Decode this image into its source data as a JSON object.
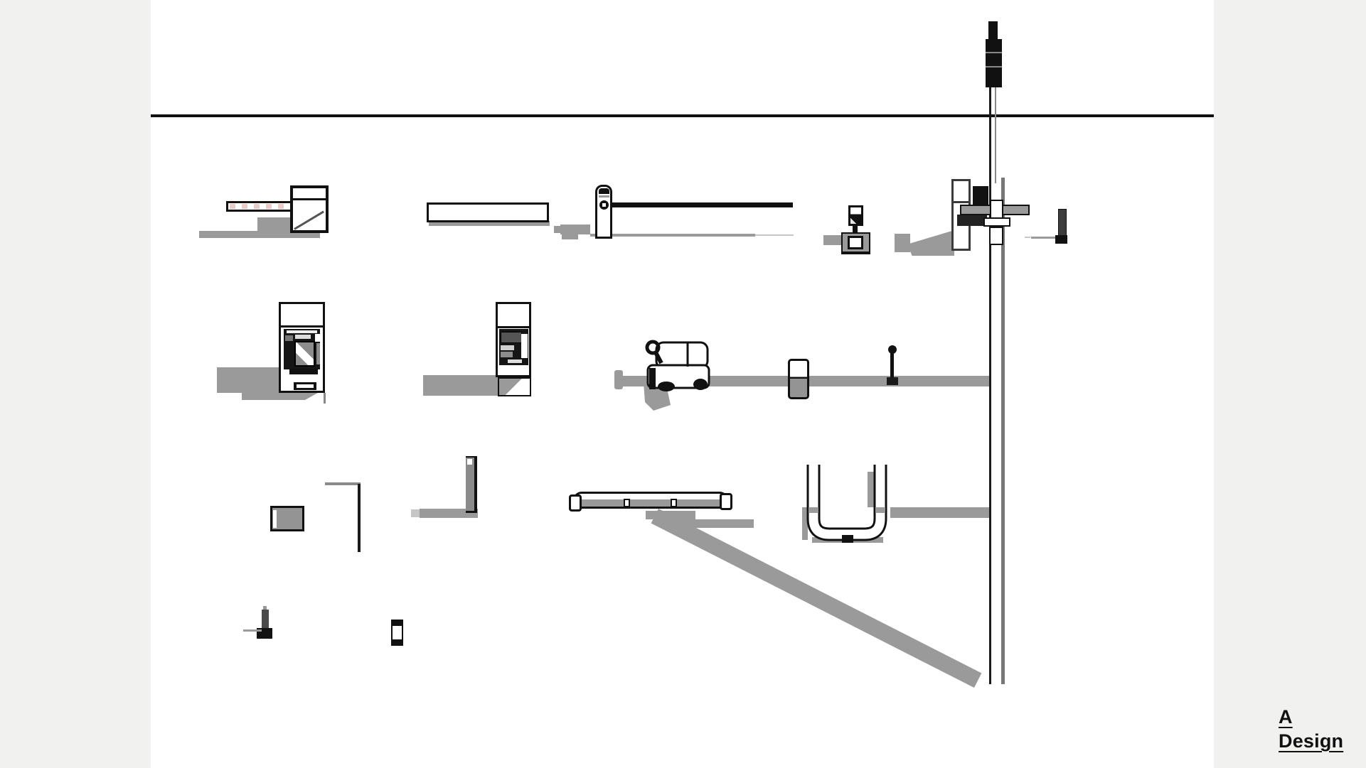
{
  "page": {
    "background_color": "#f1f1ef",
    "canvas_color": "#ffffff",
    "horizon_line_color": "#111111"
  },
  "logo": {
    "line1": "A",
    "line2": "Design",
    "color": "#111111"
  },
  "palette": {
    "ink": "#111111",
    "shadow": "#9a9a9a",
    "shadow_light": "#c6c6c6",
    "panel_dark": "#151515",
    "metal_gray": "#8a8a8a",
    "arm_stripe_tint": "#d68c82"
  },
  "components": [
    {
      "id": "barrier-gate-left",
      "label": "Barrier gate cabinet with striped arm (elevation)"
    },
    {
      "id": "barrier-arm-segment",
      "label": "Spare barrier arm segment"
    },
    {
      "id": "barrier-gate-post",
      "label": "Barrier gate post with long arm"
    },
    {
      "id": "intercom-pedestal",
      "label": "Intercom / card reader on pedestal base"
    },
    {
      "id": "camera-mast",
      "label": "Tall camera mast with sign panel, crossbar and clamps"
    },
    {
      "id": "bollard-at-mast",
      "label": "Small bollard beside mast"
    },
    {
      "id": "ticket-kiosk-a",
      "label": "Ticket pay station, front elevation"
    },
    {
      "id": "ticket-kiosk-b",
      "label": "Ticket pay station, side elevation"
    },
    {
      "id": "utility-cart",
      "label": "Compact utility cart on ground band"
    },
    {
      "id": "litter-bin",
      "label": "Litter bin crossing ground band"
    },
    {
      "id": "mid-bollard",
      "label": "Round-top bollard on ground band"
    },
    {
      "id": "concrete-pad",
      "label": "Concrete pad"
    },
    {
      "id": "corner-marking",
      "label": "Corner ground marking"
    },
    {
      "id": "column-post",
      "label": "Column post with ground shadow"
    },
    {
      "id": "wheel-stop",
      "label": "Wheel stop curb with end caps"
    },
    {
      "id": "bike-rack",
      "label": "U-shaped bike rack with shadow band"
    },
    {
      "id": "mini-bollard",
      "label": "Mini bollard with ground line"
    },
    {
      "id": "pipe-segment",
      "label": "Short pipe segment"
    }
  ]
}
